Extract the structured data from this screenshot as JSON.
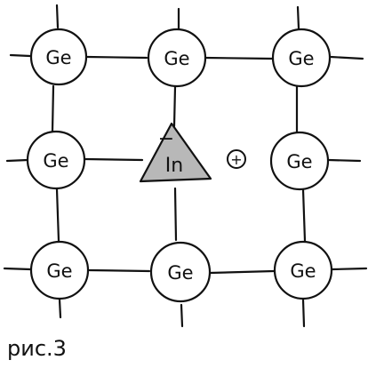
{
  "diagram": {
    "caption": "рис.3",
    "germanium_label": "Ge",
    "impurity": {
      "label": "In",
      "charge_sign": "−",
      "fill": "#b8b8b8"
    },
    "hole_symbol": "+",
    "colors": {
      "stroke": "#111111",
      "background": "#ffffff"
    }
  }
}
